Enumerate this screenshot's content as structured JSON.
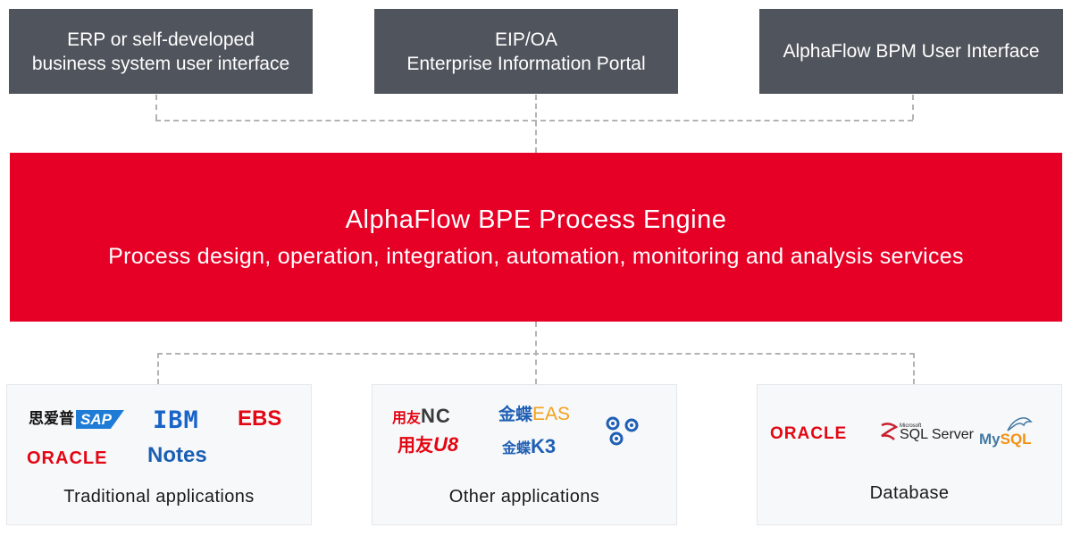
{
  "top_row": {
    "erp": {
      "line1": "ERP or self-developed",
      "line2": "business system user interface"
    },
    "eip": {
      "line1": "EIP/OA",
      "line2": "Enterprise Information Portal"
    },
    "bpm": {
      "label": "AlphaFlow BPM User Interface"
    }
  },
  "engine": {
    "title": "AlphaFlow BPE Process Engine",
    "subtitle": "Process design, operation, integration, automation, monitoring and analysis services"
  },
  "bottom_row": {
    "traditional": {
      "label": "Traditional applications",
      "logos": {
        "sisap_cn": "思爱普",
        "sap": "SAP",
        "ibm": "IBM",
        "ebs": "EBS",
        "oracle": "ORACLE",
        "notes": "Notes"
      }
    },
    "other": {
      "label": "Other applications",
      "logos": {
        "yonyou_cn": "用友",
        "nc": "NC",
        "kingdee_cn": "金蝶",
        "eas": "EAS",
        "u8": "U8",
        "k3": "K3"
      }
    },
    "database": {
      "label": "Database",
      "logos": {
        "oracle": "ORACLE",
        "microsoft": "Microsoft",
        "sql_server": "SQL Server",
        "my": "My",
        "sql": "SQL"
      }
    }
  },
  "colors": {
    "top_box": "#50545c",
    "engine": "#e60026",
    "connector": "#b3b3b3",
    "bottom_box_bg": "#f7f8fa"
  }
}
